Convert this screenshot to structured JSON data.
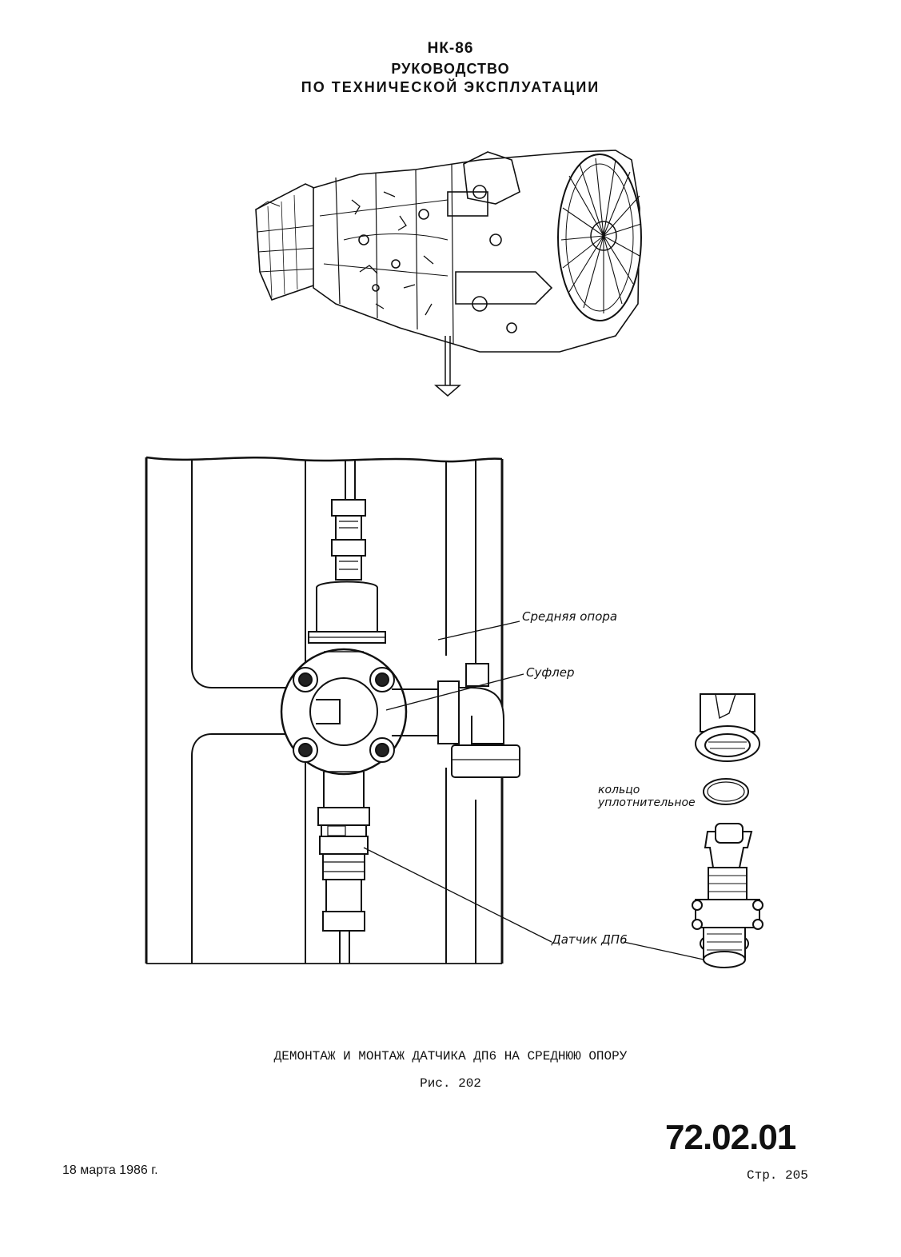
{
  "header": {
    "model": "НК-86",
    "line1": "РУКОВОДСТВО",
    "line2": "ПО ТЕХНИЧЕСКОЙ ЭКСПЛУАТАЦИИ"
  },
  "labels": {
    "middle_support": "Средняя опора",
    "breather": "Суфлер",
    "ring_line1": "кольцо",
    "ring_line2": "уплотнительное",
    "sensor": "Датчик ДП6"
  },
  "caption": {
    "title": "ДЕМОНТАЖ И МОНТАЖ ДАТЧИКА ДП6 НА СРЕДНЮЮ ОПОРУ",
    "figure": "Рис. 202"
  },
  "footer": {
    "doc_number": "72.02.01",
    "page": "Стр. 205",
    "date": "18 марта 1986 г."
  }
}
